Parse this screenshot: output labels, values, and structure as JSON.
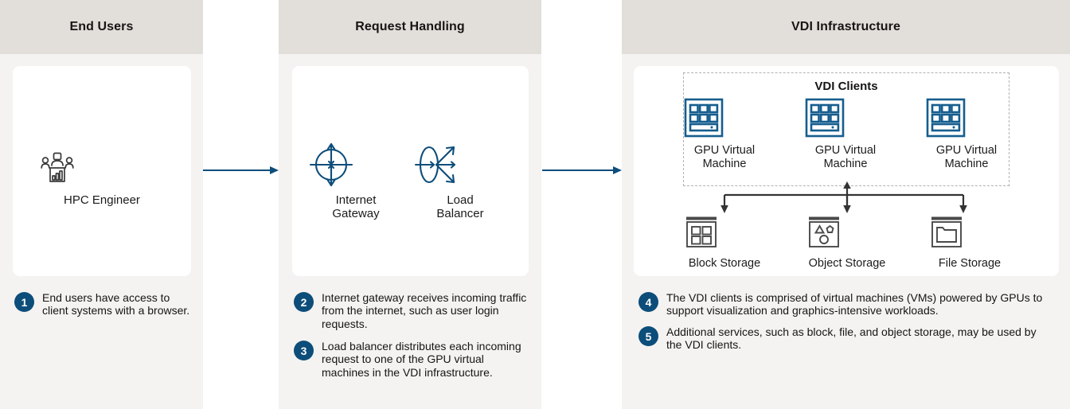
{
  "columns": [
    {
      "id": "end-users",
      "title": "End Users"
    },
    {
      "id": "request-handling",
      "title": "Request Handling"
    },
    {
      "id": "vdi-infrastructure",
      "title": "VDI Infrastructure"
    }
  ],
  "end_users": {
    "node": {
      "icon": "hpc-engineer-icon",
      "label": "HPC Engineer"
    }
  },
  "request_handling": {
    "nodes": [
      {
        "icon": "internet-gateway-icon",
        "label": "Internet\nGateway"
      },
      {
        "icon": "load-balancer-icon",
        "label": "Load\nBalancer"
      }
    ]
  },
  "vdi": {
    "group_title": "VDI Clients",
    "clients": [
      {
        "icon": "gpu-virtual-machine-icon",
        "label": "GPU Virtual\nMachine"
      },
      {
        "icon": "gpu-virtual-machine-icon",
        "label": "GPU Virtual\nMachine"
      },
      {
        "icon": "gpu-virtual-machine-icon",
        "label": "GPU Virtual\nMachine"
      }
    ],
    "storage": [
      {
        "icon": "block-storage-icon",
        "label": "Block Storage"
      },
      {
        "icon": "object-storage-icon",
        "label": "Object Storage"
      },
      {
        "icon": "file-storage-icon",
        "label": "File Storage"
      }
    ]
  },
  "callouts": [
    {
      "number": "1",
      "text": "End users have access to client systems with a browser."
    },
    {
      "number": "2",
      "text": "Internet gateway receives incoming traffic from the internet, such as user login requests."
    },
    {
      "number": "3",
      "text": "Load balancer distributes each incoming request to one of the GPU virtual machines in the VDI infrastructure."
    },
    {
      "number": "4",
      "text": "The VDI clients is comprised of virtual machines (VMs) powered by GPUs to support visualization and graphics-intensive workloads."
    },
    {
      "number": "5",
      "text": "Additional services, such as block, file, and object storage, may be used by the VDI clients."
    }
  ],
  "colors": {
    "accent_blue": "#0d4d7a",
    "icon_blue": "#0d4d7a",
    "icon_gray": "#3a3a3a",
    "column_bg": "#f4f3f1",
    "header_bg": "#e2dfdb",
    "card_bg": "#ffffff"
  }
}
